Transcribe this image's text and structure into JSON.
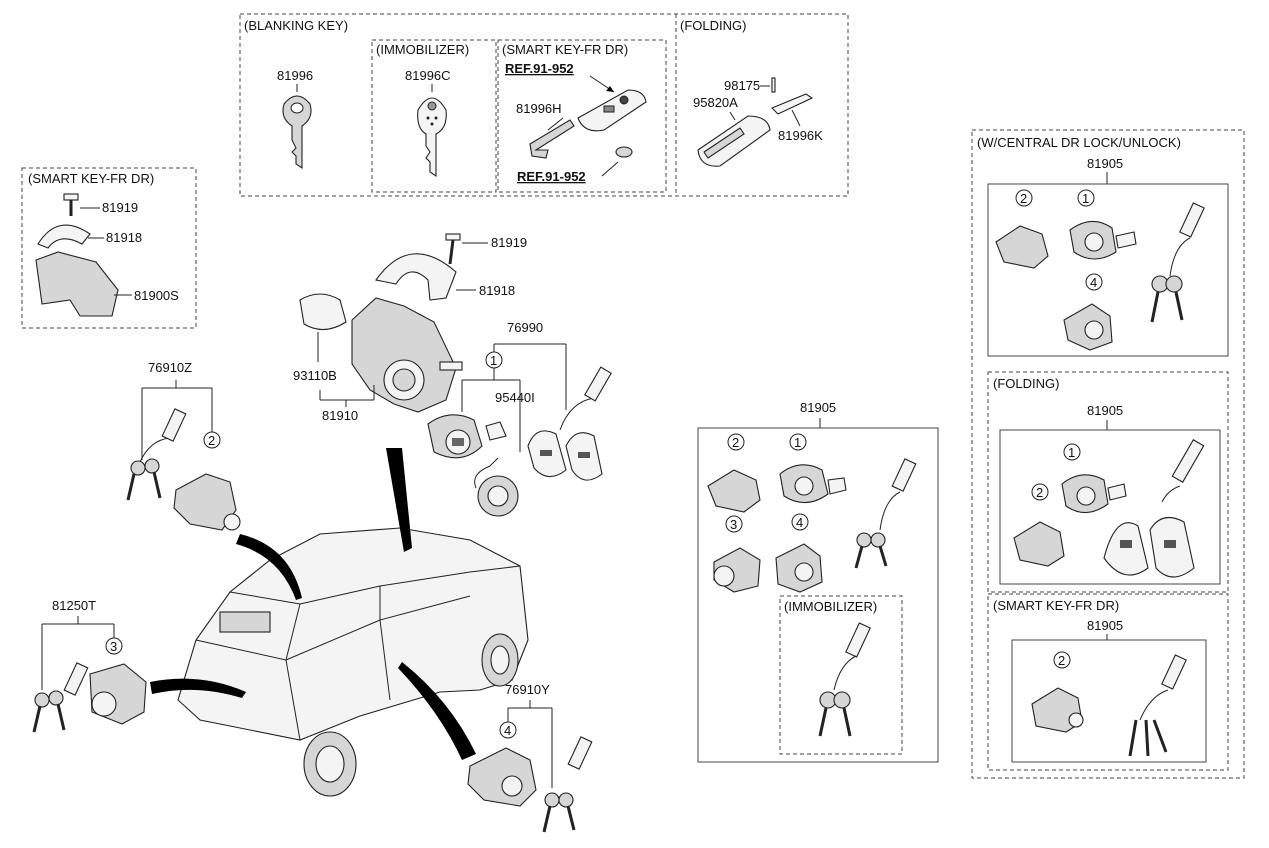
{
  "group_labels": {
    "blanking_key": "(BLANKING KEY)",
    "immobilizer_top": "(IMMOBILIZER)",
    "smart_key_top": "(SMART KEY-FR DR)",
    "folding_top": "(FOLDING)",
    "smart_key_left": "(SMART KEY-FR DR)",
    "central_lock": "(W/CENTRAL DR LOCK/UNLOCK)",
    "folding_right": "(FOLDING)",
    "smart_key_right": "(SMART KEY-FR DR)",
    "immobilizer_mid": "(IMMOBILIZER)"
  },
  "refs": {
    "ref_upper": "REF.91-952",
    "ref_lower": "REF.91-952"
  },
  "part_numbers": {
    "p81996": "81996",
    "p81996C": "81996C",
    "p81996H": "81996H",
    "p98175": "98175",
    "p95820A": "95820A",
    "p81996K": "81996K",
    "left_81919": "81919",
    "left_81918": "81918",
    "left_81900S": "81900S",
    "center_81919": "81919",
    "center_81918": "81918",
    "p93110B": "93110B",
    "p81910": "81910",
    "p76990": "76990",
    "p95440I": "95440I",
    "p76910Z": "76910Z",
    "p81250T": "81250T",
    "p76910Y": "76910Y",
    "mid_81905": "81905",
    "right_81905_a": "81905",
    "right_81905_b": "81905",
    "right_81905_c": "81905"
  },
  "callouts": {
    "c1": "1",
    "c2": "2",
    "c3": "3",
    "c4": "4"
  }
}
